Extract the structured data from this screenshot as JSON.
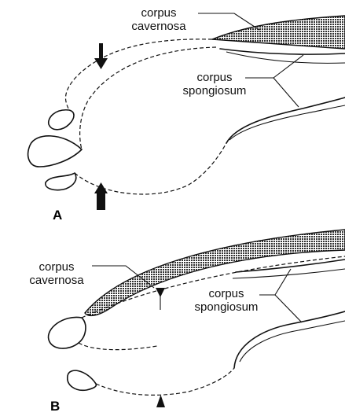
{
  "panels": [
    {
      "letter": "A",
      "corpus_cavernosa_label": [
        "corpus",
        "cavernosa"
      ],
      "corpus_spongiosum_label": [
        "corpus",
        "spongiosum"
      ]
    },
    {
      "letter": "B",
      "corpus_cavernosa_label": [
        "corpus",
        "cavernosa"
      ],
      "corpus_spongiosum_label": [
        "corpus",
        "spongiosum"
      ]
    }
  ],
  "colors": {
    "ink": "#111111",
    "background": "#ffffff",
    "stipple": "#555555"
  }
}
